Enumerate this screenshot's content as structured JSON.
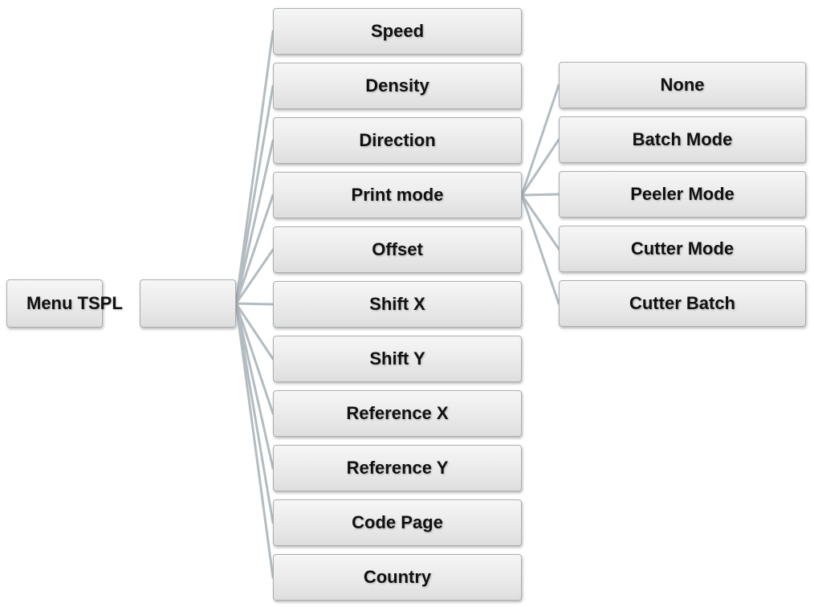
{
  "diagram": {
    "root_label": "Menu TSPL",
    "hub_label": "",
    "menu_items": [
      "Speed",
      "Density",
      "Direction",
      "Print mode",
      "Offset",
      "Shift X",
      "Shift Y",
      "Reference X",
      "Reference Y",
      "Code Page",
      "Country"
    ],
    "print_mode_options": [
      "None",
      "Batch Mode",
      "Peeler Mode",
      "Cutter Mode",
      "Cutter Batch"
    ],
    "colors": {
      "connector": "#b3bcc0",
      "box_border": "#a9afb3",
      "box_fill": "#e9e9e9",
      "text": "#111111"
    }
  }
}
